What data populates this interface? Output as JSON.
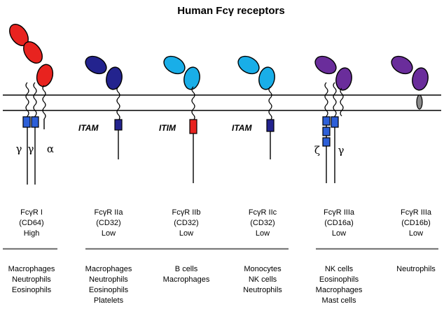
{
  "title": "Human Fcγ receptors",
  "colors": {
    "red": "#e8231f",
    "navy": "#23238e",
    "cyan": "#19aee8",
    "purple": "#6a2d9b",
    "blue_box": "#2d5fd8",
    "iib_box": "#e8231f",
    "gpi": "#8a8a8a"
  },
  "subunits": {
    "gamma": "γ",
    "alpha": "α",
    "zeta": "ζ"
  },
  "motifs": {
    "itam": "ITAM",
    "itim": "ITIM"
  },
  "receptors": [
    {
      "name": "FcγR I",
      "cd": "(CD64)",
      "affinity": "High",
      "cells": [
        "Macrophages",
        "Neutrophils",
        "Eosinophils"
      ]
    },
    {
      "name": "FcγR IIa",
      "cd": "(CD32)",
      "affinity": "Low",
      "cells": [
        "Macrophages",
        "Neutrophils",
        "Eosinophils",
        "Platelets"
      ]
    },
    {
      "name": "FcγR IIb",
      "cd": "(CD32)",
      "affinity": "Low",
      "cells": [
        "B cells",
        "Macrophages"
      ]
    },
    {
      "name": "FcγR IIc",
      "cd": "(CD32)",
      "affinity": "Low",
      "cells": [
        "Monocytes",
        "NK cells",
        "Neutrophils"
      ]
    },
    {
      "name": "FcγR IIIa",
      "cd": "(CD16a)",
      "affinity": "Low",
      "cells": [
        "NK cells",
        "Eosinophils",
        "Macrophages",
        "Mast cells"
      ]
    },
    {
      "name": "FcγR IIIa",
      "cd": "(CD16b)",
      "affinity": "Low",
      "cells": [
        "Neutrophils"
      ]
    }
  ]
}
